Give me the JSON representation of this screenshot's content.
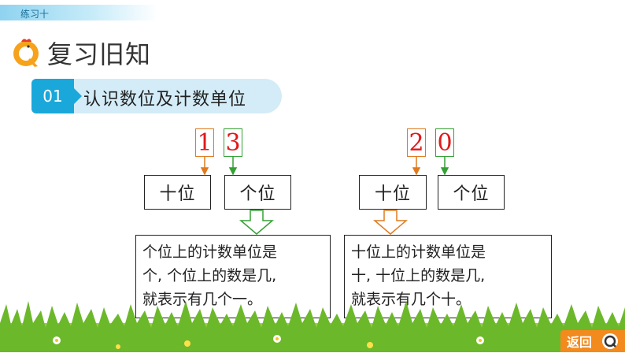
{
  "lesson_tag": "练习十",
  "heading": "复习旧知",
  "section": {
    "number": "01",
    "title": "认识数位及计数单位"
  },
  "examples": [
    {
      "digits": [
        "1",
        "3"
      ],
      "places": [
        "十位",
        "个位"
      ],
      "description": [
        "个位上的计数单位是",
        "个, 个位上的数是几,",
        "就表示有几个一。"
      ]
    },
    {
      "digits": [
        "2",
        "0"
      ],
      "places": [
        "十位",
        "个位"
      ],
      "description": [
        "十位上的计数单位是",
        "十, 十位上的数是几,",
        "就表示有几个十。"
      ]
    }
  ],
  "footer": {
    "back_label": "返回"
  },
  "colors": {
    "orange": "#e07a1f",
    "green": "#35a035",
    "digit_red": "#e01a1a",
    "accent_blue": "#1aa8da"
  }
}
